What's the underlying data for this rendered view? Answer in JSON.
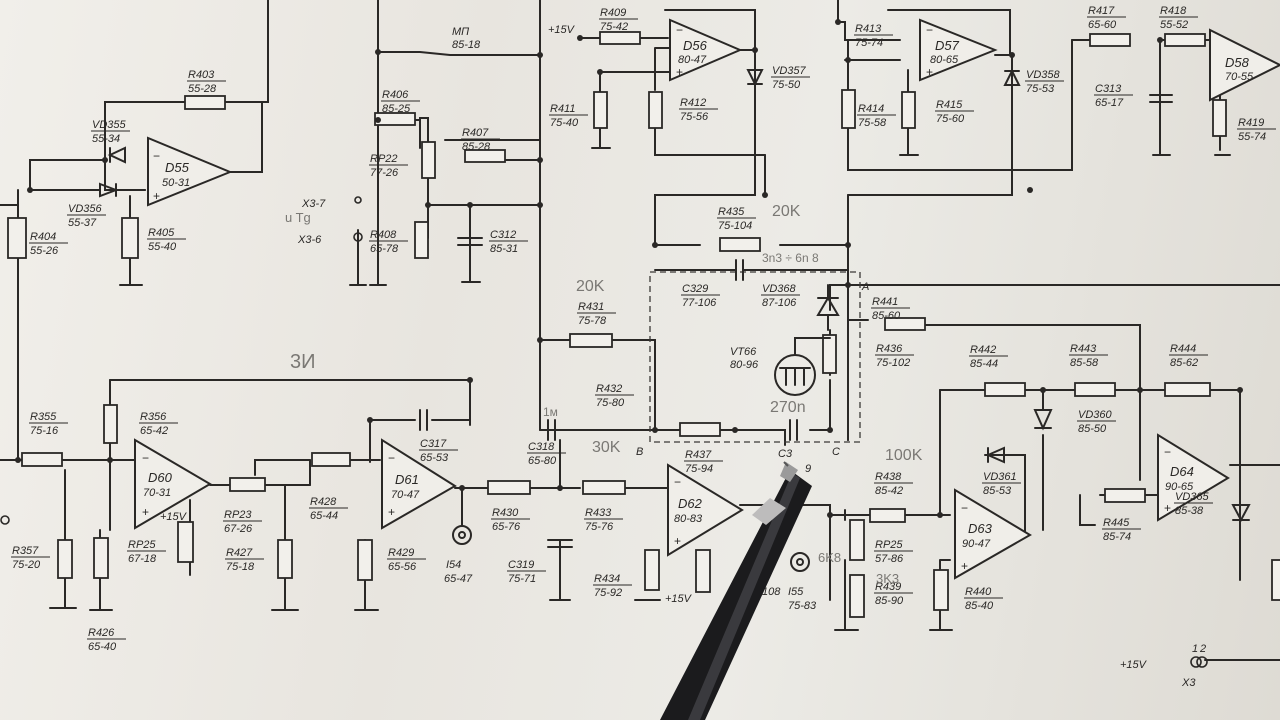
{
  "opamps": [
    {
      "id": "D55",
      "val": "50-31"
    },
    {
      "id": "D56",
      "val": "80-47"
    },
    {
      "id": "D57",
      "val": "80-65"
    },
    {
      "id": "D58",
      "val": "70-55"
    },
    {
      "id": "D60",
      "val": "70-31"
    },
    {
      "id": "D61",
      "val": "70-47"
    },
    {
      "id": "D62",
      "val": "80-83"
    },
    {
      "id": "D63",
      "val": "90-47"
    },
    {
      "id": "D64",
      "val": "90-65"
    }
  ],
  "resistors": [
    {
      "id": "R403",
      "val": "55-28"
    },
    {
      "id": "R404",
      "val": "55-26"
    },
    {
      "id": "R405",
      "val": "55-40"
    },
    {
      "id": "R406",
      "val": "85-25"
    },
    {
      "id": "RP22",
      "val": "77-26"
    },
    {
      "id": "R407",
      "val": "85-28"
    },
    {
      "id": "R408",
      "val": "65-78"
    },
    {
      "id": "R409",
      "val": "75-42"
    },
    {
      "id": "R411",
      "val": "75-40"
    },
    {
      "id": "R412",
      "val": "75-56"
    },
    {
      "id": "R413",
      "val": "75-74"
    },
    {
      "id": "R414",
      "val": "75-58"
    },
    {
      "id": "R415",
      "val": "75-60"
    },
    {
      "id": "R417",
      "val": "65-60"
    },
    {
      "id": "R418",
      "val": "55-52"
    },
    {
      "id": "R419",
      "val": "55-74"
    },
    {
      "id": "R435",
      "val": "75-104"
    },
    {
      "id": "R431",
      "val": "75-78"
    },
    {
      "id": "R432",
      "val": "75-80"
    },
    {
      "id": "R441",
      "val": "85-60"
    },
    {
      "id": "R436",
      "val": "75-102"
    },
    {
      "id": "R442",
      "val": "85-44"
    },
    {
      "id": "R443",
      "val": "85-58"
    },
    {
      "id": "R444",
      "val": "85-62"
    },
    {
      "id": "R355",
      "val": "75-16"
    },
    {
      "id": "R356",
      "val": "65-42"
    },
    {
      "id": "R357",
      "val": "75-20"
    },
    {
      "id": "RP25",
      "val": "67-18"
    },
    {
      "id": "RP23",
      "val": "67-26"
    },
    {
      "id": "R427",
      "val": "75-18"
    },
    {
      "id": "R428",
      "val": "65-44"
    },
    {
      "id": "R426",
      "val": "65-40"
    },
    {
      "id": "R429",
      "val": "65-56"
    },
    {
      "id": "R430",
      "val": "65-76"
    },
    {
      "id": "R433",
      "val": "75-76"
    },
    {
      "id": "R437",
      "val": "75-94"
    },
    {
      "id": "R434",
      "val": "75-92"
    },
    {
      "id": "R438",
      "val": "85-42"
    },
    {
      "id": "RP25",
      "val": "57-86"
    },
    {
      "id": "R439",
      "val": "85-90"
    },
    {
      "id": "R440",
      "val": "85-40"
    },
    {
      "id": "R445",
      "val": "85-74"
    }
  ],
  "capacitors": [
    {
      "id": "C312",
      "val": "85-31"
    },
    {
      "id": "C313",
      "val": "65-17"
    },
    {
      "id": "C329",
      "val": "77-106"
    },
    {
      "id": "C317",
      "val": "65-53"
    },
    {
      "id": "C318",
      "val": "65-80"
    },
    {
      "id": "C319",
      "val": "75-71"
    }
  ],
  "diodes": [
    {
      "id": "VD355",
      "val": "55-34"
    },
    {
      "id": "VD356",
      "val": "55-37"
    },
    {
      "id": "VD357",
      "val": "75-50"
    },
    {
      "id": "VD358",
      "val": "75-53"
    },
    {
      "id": "VD368",
      "val": "87-106"
    },
    {
      "id": "VD360",
      "val": "85-50"
    },
    {
      "id": "VD361",
      "val": "85-53"
    },
    {
      "id": "VD365",
      "val": "85-38"
    }
  ],
  "transistor": {
    "id": "VT66",
    "val": "80-96"
  },
  "test_points": [
    {
      "id": "I54",
      "val": "65-47"
    },
    {
      "id": "I55",
      "val": "75-83"
    }
  ],
  "misc": {
    "mp": "МП",
    "mp_val": "85-18",
    "x37": "X3-7",
    "x36": "X3-6",
    "utg": "u Tg",
    "plus15": "+15V",
    "plus15_b": "+15V",
    "plus15_c": "+15V",
    "node_a": "A",
    "node_b": "B",
    "node_c": "C",
    "x3": "X3",
    "pin1": "1",
    "pin2": "2",
    "r108": "108",
    "c3x": "C3",
    "c3x_val": "9"
  },
  "pencil": {
    "n20k_a": "20K",
    "n20k_b": "20K",
    "n30k": "30K",
    "n100k": "100K",
    "n3n3": "3n3 ÷ 6n 8",
    "n270": "270n",
    "n6k8": "6K8",
    "n3k3": "3K3",
    "n3i": "3И",
    "n1m": "1м"
  },
  "colors": {
    "ink": "#2a2826",
    "paper": "#eeece7",
    "pencil": "#7a7874"
  }
}
